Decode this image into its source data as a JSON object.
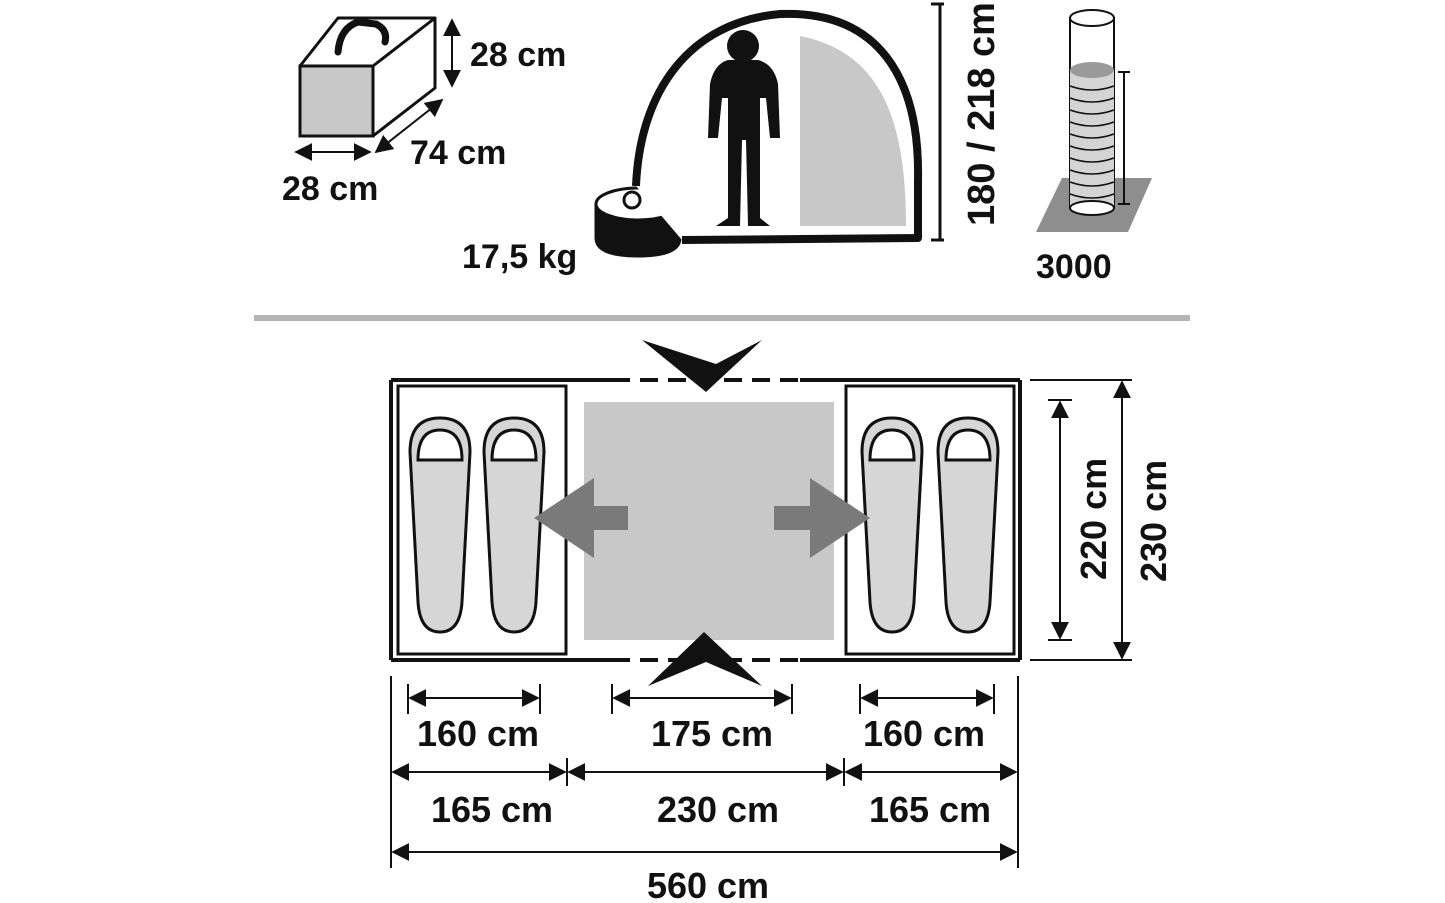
{
  "colors": {
    "ink": "#111111",
    "fill_gray": "#c8c8c8",
    "arrow_gray": "#7a7a7a",
    "divider_gray": "#b5b5b5",
    "base_gray": "#8e8e8e"
  },
  "packsize": {
    "height": "28 cm",
    "length": "74 cm",
    "width": "28 cm"
  },
  "weight": "17,5 kg",
  "tent_height": "180 / 218 cm",
  "water_column": "3000",
  "floorplan": {
    "inner_widths": [
      "160 cm",
      "175 cm",
      "160 cm"
    ],
    "outer_widths": [
      "165 cm",
      "230 cm",
      "165 cm"
    ],
    "total_length": "560 cm",
    "inner_depth": "220 cm",
    "outer_depth": "230 cm"
  }
}
